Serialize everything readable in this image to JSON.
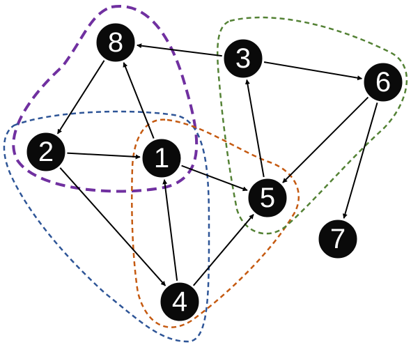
{
  "nodes": [
    {
      "id": "1",
      "label": "1"
    },
    {
      "id": "2",
      "label": "2"
    },
    {
      "id": "3",
      "label": "3"
    },
    {
      "id": "4",
      "label": "4"
    },
    {
      "id": "5",
      "label": "5"
    },
    {
      "id": "6",
      "label": "6"
    },
    {
      "id": "7",
      "label": "7"
    },
    {
      "id": "8",
      "label": "8"
    }
  ],
  "edges": [
    {
      "from": "3",
      "to": "8"
    },
    {
      "from": "3",
      "to": "6"
    },
    {
      "from": "8",
      "to": "2"
    },
    {
      "from": "1",
      "to": "8"
    },
    {
      "from": "2",
      "to": "1"
    },
    {
      "from": "2",
      "to": "4"
    },
    {
      "from": "1",
      "to": "5"
    },
    {
      "from": "4",
      "to": "1"
    },
    {
      "from": "4",
      "to": "5"
    },
    {
      "from": "5",
      "to": "3"
    },
    {
      "from": "6",
      "to": "5"
    },
    {
      "from": "6",
      "to": "7"
    }
  ],
  "groups": [
    {
      "members": [
        "8",
        "2",
        "1"
      ],
      "color": "#7030a0",
      "style": "long-dash"
    },
    {
      "members": [
        "2",
        "1",
        "4"
      ],
      "color": "#2e5597",
      "style": "short-dash"
    },
    {
      "members": [
        "1",
        "4",
        "5"
      ],
      "color": "#c55a11",
      "style": "short-dash"
    },
    {
      "members": [
        "3",
        "6",
        "5"
      ],
      "color": "#548235",
      "style": "short-dash"
    }
  ],
  "colors": {
    "node_fill": "#0a0a0a",
    "node_text": "#ffffff",
    "edge": "#000000",
    "background": "#ffffff"
  }
}
